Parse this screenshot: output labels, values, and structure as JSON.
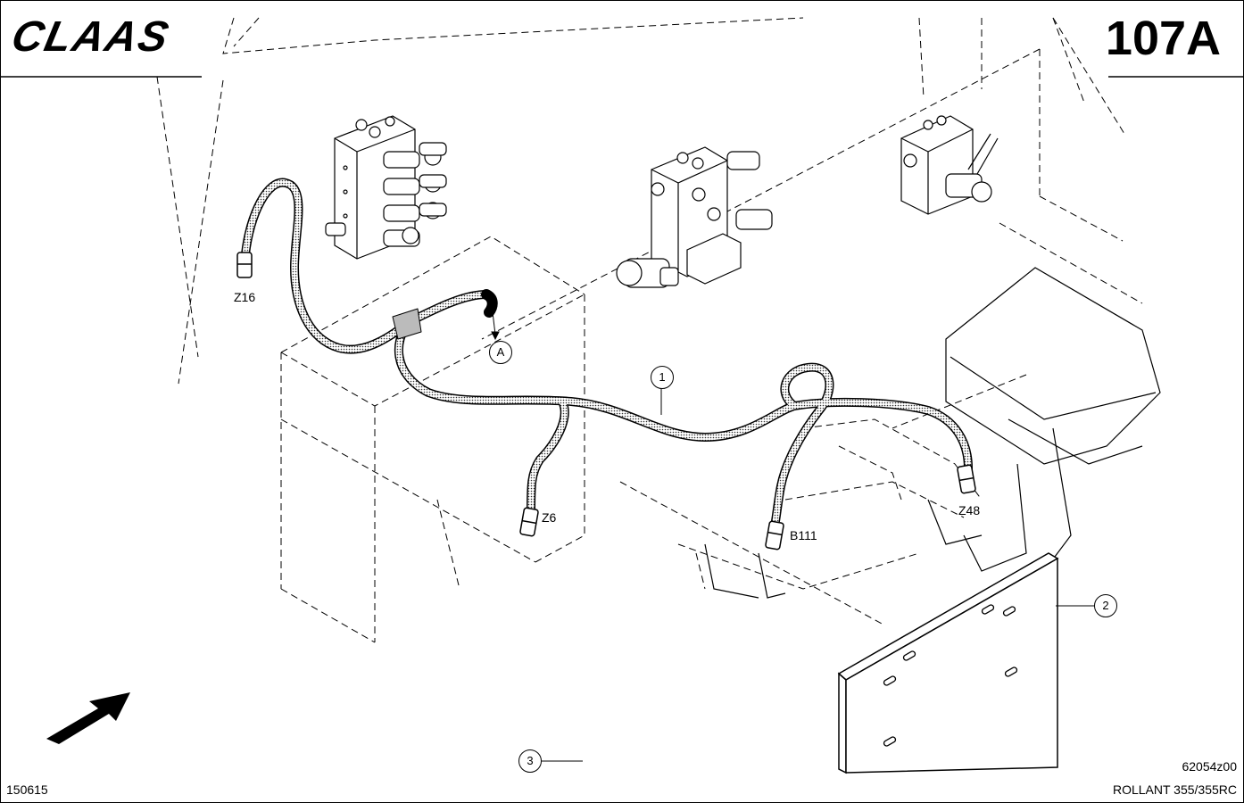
{
  "header": {
    "brand": "CLAAS",
    "page_number": "107A"
  },
  "connectors": {
    "z16": "Z16",
    "z6": "Z6",
    "z48": "Z48",
    "b111": "B111"
  },
  "callouts": {
    "a": "A",
    "c1": "1",
    "c2": "2",
    "c3": "3"
  },
  "footer": {
    "date_code": "150615",
    "drawing_id": "62054z00",
    "model": "ROLLANT 355/355RC"
  }
}
